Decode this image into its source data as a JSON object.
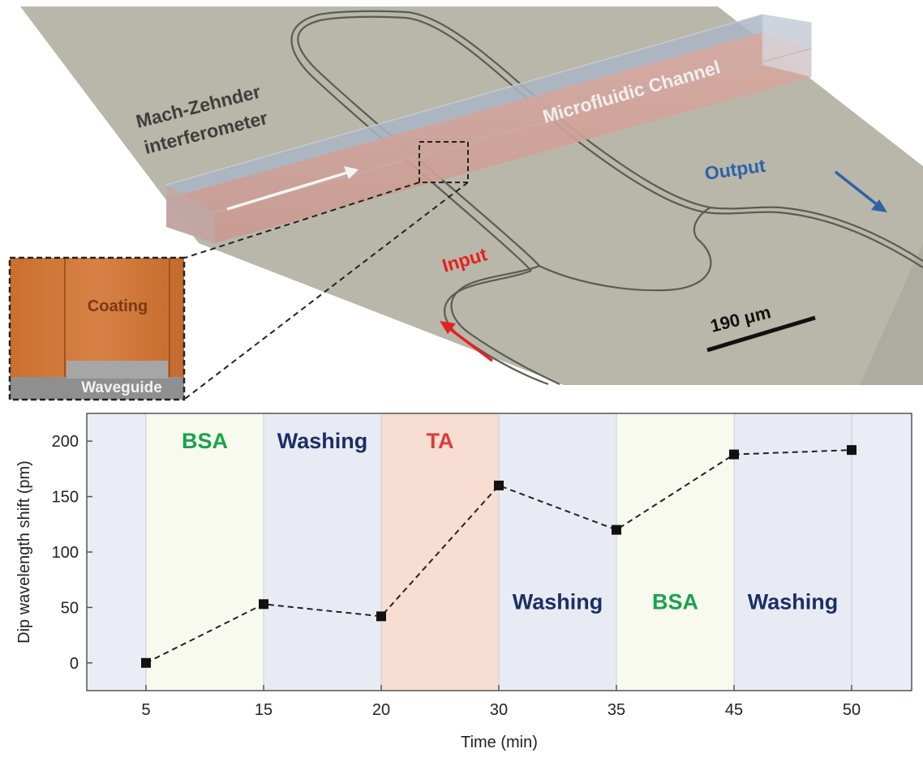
{
  "diagram": {
    "labels": {
      "mzi_line1": "Mach-Zehnder",
      "mzi_line2": "interferometer",
      "channel": "Microfluidic Channel",
      "output": "Output",
      "input": "Input",
      "scale_bar": "190 μm",
      "coating": "Coating",
      "waveguide": "Waveguide"
    },
    "colors": {
      "chip": "#b8b7a9",
      "channel_pink": "#d8a59b",
      "channel_blue": "#a9b6c4",
      "waveguide_line": "#5a5c54",
      "coating": "#d0773b",
      "output_arrow": "#2f62a8",
      "input_arrow": "#e62020"
    }
  },
  "chart_data": {
    "type": "line",
    "x_categories": [
      "5",
      "15",
      "20",
      "30",
      "35",
      "45",
      "50"
    ],
    "values": [
      0,
      53,
      42,
      160,
      120,
      188,
      192
    ],
    "xlabel": "Time (min)",
    "ylabel": "Dip wavelength shift (pm)",
    "ylim": [
      -25,
      225
    ],
    "yticks": [
      0,
      50,
      100,
      150,
      200
    ],
    "phases": [
      {
        "label": "BSA",
        "start": "5",
        "end": "15",
        "color": "#f8faf0",
        "text_color": "#1aa34a",
        "label_y": 200
      },
      {
        "label": "Washing",
        "start": "15",
        "end": "20",
        "color": "#e8ebf4",
        "text_color": "#1b2f66",
        "label_y": 200
      },
      {
        "label": "TA",
        "start": "20",
        "end": "30",
        "color": "#f7ddd2",
        "text_color": "#e03a3a",
        "label_y": 200
      },
      {
        "label": "Washing",
        "start": "30",
        "end": "35",
        "color": "#e8ebf4",
        "text_color": "#1b2f66",
        "label_y": 55
      },
      {
        "label": "BSA",
        "start": "35",
        "end": "45",
        "color": "#f8faf0",
        "text_color": "#1aa34a",
        "label_y": 55
      },
      {
        "label": "Washing",
        "start": "45",
        "end": "50",
        "color": "#e8ebf4",
        "text_color": "#1b2f66",
        "label_y": 55
      }
    ],
    "background_color": "#eaedf6"
  }
}
